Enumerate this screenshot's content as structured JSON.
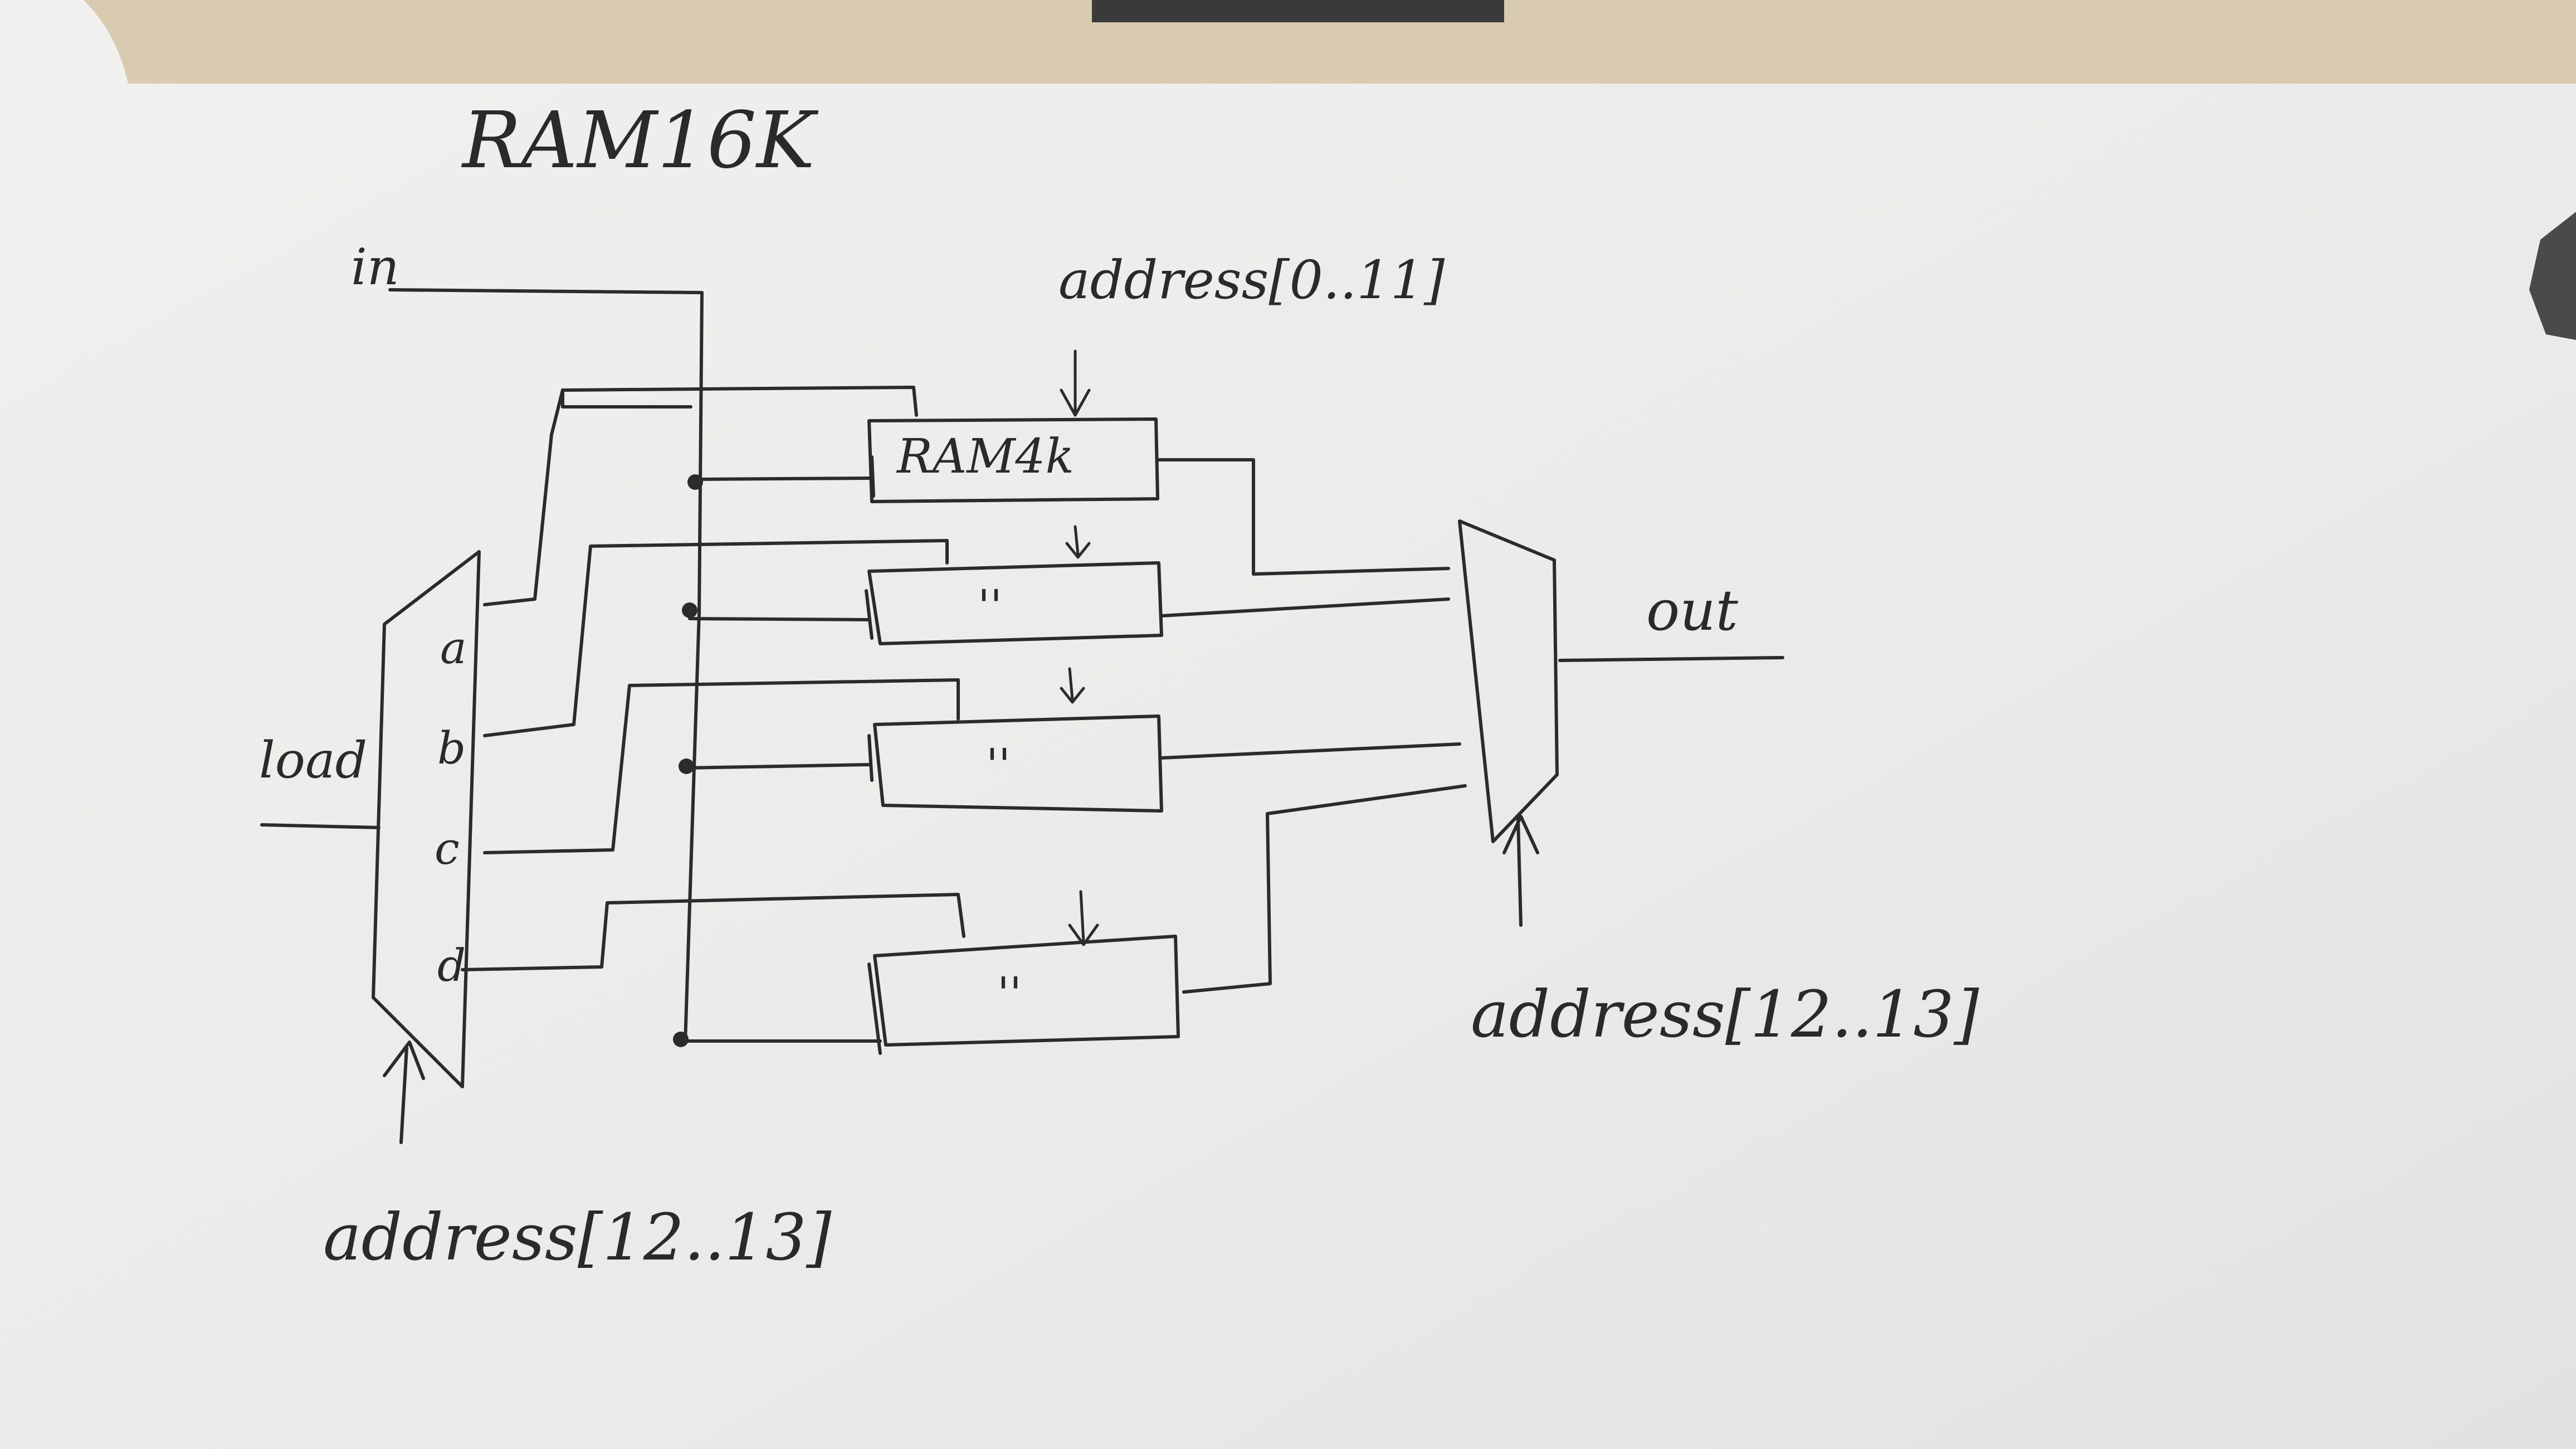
{
  "diagram": {
    "title": "RAM16K",
    "inputs": {
      "in": "in",
      "load": "load",
      "address_top": "address[0..11]",
      "address_dmux": "address[12..13]",
      "address_mux": "address[12..13]"
    },
    "dmux_ports": [
      "a",
      "b",
      "c",
      "d"
    ],
    "blocks": [
      {
        "label": "RAM4k"
      },
      {
        "label": "''"
      },
      {
        "label": "''"
      },
      {
        "label": "''"
      }
    ],
    "output": "out"
  },
  "colors": {
    "paper": "#ececec",
    "ink": "#2b2b2b",
    "table": "#d8d2c6"
  }
}
